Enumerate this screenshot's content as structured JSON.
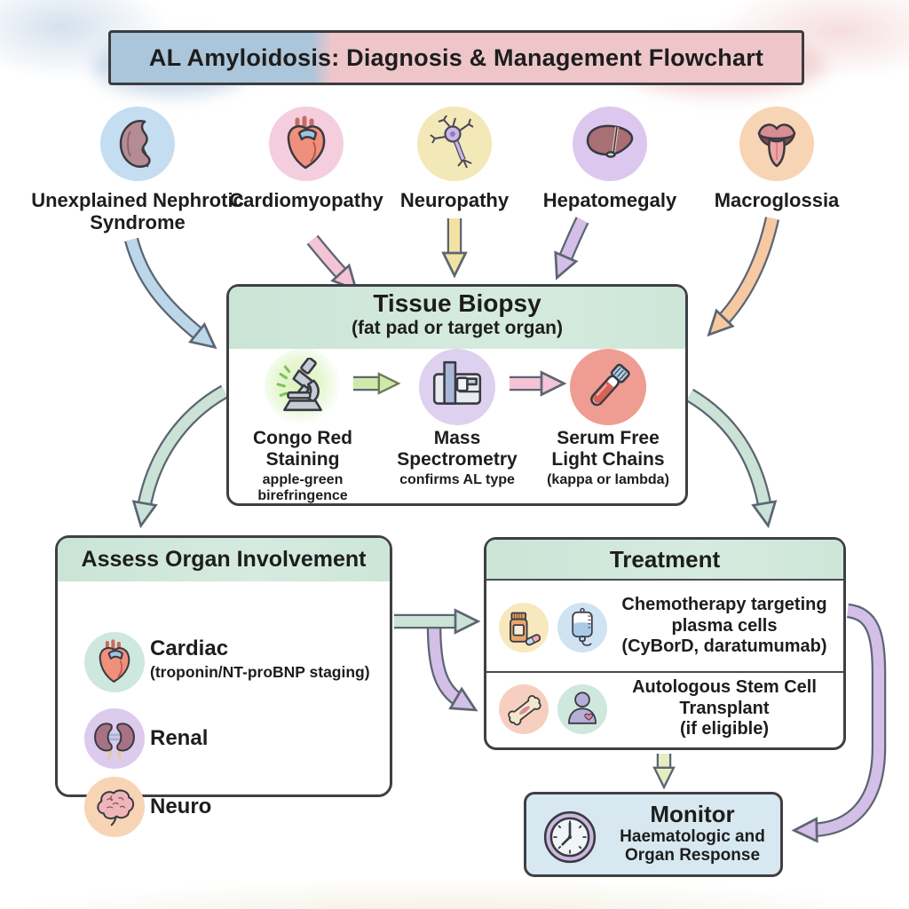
{
  "title": "AL Amyloidosis: Diagnosis & Management Flowchart",
  "symptoms": [
    {
      "label": "Unexplained Nephrotic Syndrome",
      "icon": "kidney-icon",
      "circle_color": "#c5ddf0"
    },
    {
      "label": "Cardiomyopathy",
      "icon": "heart-icon",
      "circle_color": "#f4cede"
    },
    {
      "label": "Neuropathy",
      "icon": "neuron-icon",
      "circle_color": "#f3e8b8"
    },
    {
      "label": "Hepatomegaly",
      "icon": "liver-icon",
      "circle_color": "#dcc8ee"
    },
    {
      "label": "Macroglossia",
      "icon": "tongue-icon",
      "circle_color": "#f7d4b4"
    }
  ],
  "biopsy": {
    "title": "Tissue Biopsy",
    "subtitle": "(fat pad or target organ)",
    "steps": [
      {
        "name": "Congo Red Staining",
        "note": "apple-green birefringence",
        "icon": "microscope-icon"
      },
      {
        "name": "Mass Spectrometry",
        "note": "confirms AL type",
        "icon": "mass-spectrometer-icon"
      },
      {
        "name": "Serum Free Light Chains",
        "note": "(kappa or lambda)",
        "icon": "blood-tube-icon"
      }
    ]
  },
  "assess": {
    "title": "Assess Organ Involvement",
    "items": [
      {
        "label": "Cardiac",
        "note": "(troponin/NT-proBNP staging)",
        "icon": "heart-icon"
      },
      {
        "label": "Renal",
        "icon": "kidneys-icon"
      },
      {
        "label": "Neuro",
        "icon": "brain-icon"
      }
    ]
  },
  "treatment": {
    "title": "Treatment",
    "options": [
      {
        "lines": [
          "Chemotherapy targeting",
          "plasma cells",
          "(CyBorD, daratumumab)"
        ],
        "icons": [
          "pill-bottle-icon",
          "iv-bag-icon"
        ]
      },
      {
        "lines": [
          "Autologous Stem Cell",
          "Transplant",
          "(if eligible)"
        ],
        "icons": [
          "bone-icon",
          "patient-icon"
        ]
      }
    ]
  },
  "monitor": {
    "title": "Monitor",
    "subtitle_lines": [
      "Haematologic and",
      "Organ Response"
    ],
    "icon": "clock-icon"
  },
  "palette": {
    "title_blue": "#abc5da",
    "title_pink": "#eec6ca",
    "green_header": "#cfe7d9",
    "monitor_blue": "#d8e8f0",
    "arrow_outline": "#5c6672",
    "arrow_blue": "#bcd6ea",
    "arrow_pink": "#f3c3d6",
    "arrow_yellow": "#f2e3a4",
    "arrow_purple": "#d4bfe8",
    "arrow_orange": "#f6c9a2",
    "arrow_green": "#cbe3d6",
    "arrow_lightgreen": "#cfe9ab",
    "arrow_yellowgreen": "#e6ecc2"
  }
}
